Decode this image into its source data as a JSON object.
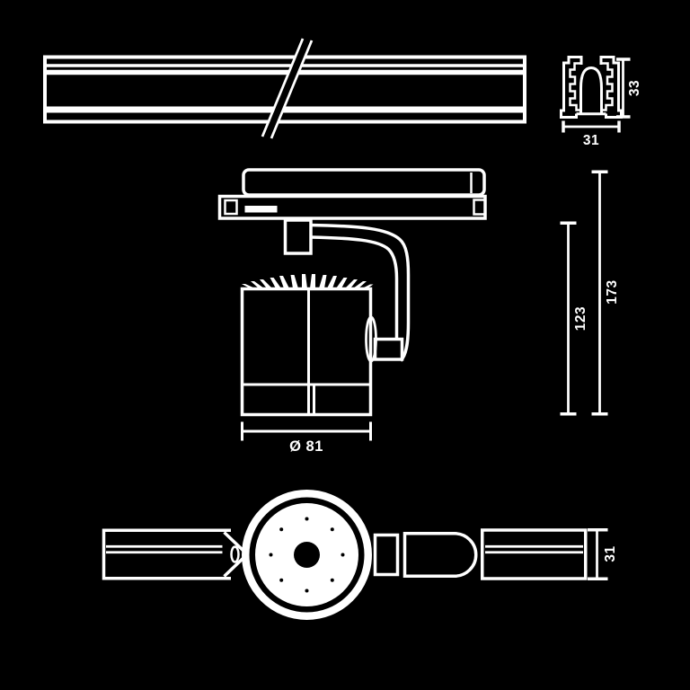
{
  "drawing": {
    "background_color": "#000000",
    "line_color": "#ffffff",
    "labels": {
      "profile_width": "31",
      "profile_height": "33",
      "head_height": "123",
      "total_height": "173",
      "head_diameter": "Ø 81",
      "track_width_top_view": "31"
    }
  }
}
